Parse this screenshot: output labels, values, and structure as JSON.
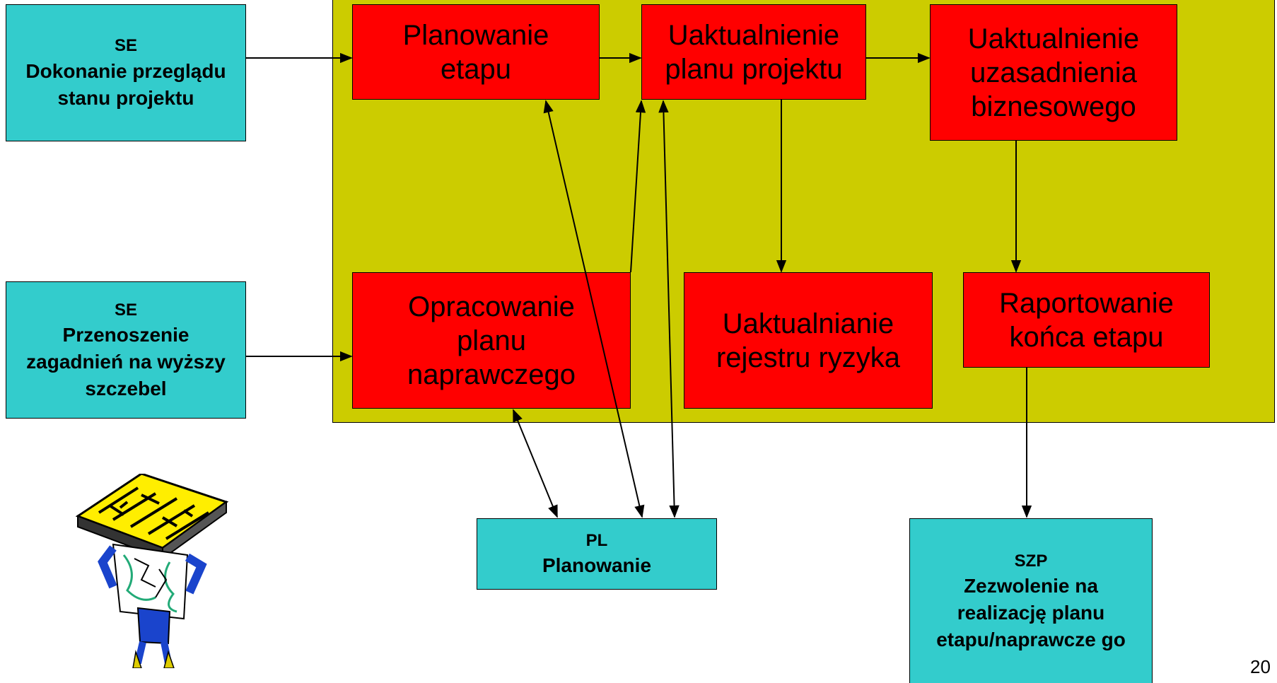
{
  "inputs": {
    "se_review": {
      "code": "SE",
      "title": "Dokonanie przeglądu stanu projektu"
    },
    "se_escalate": {
      "code": "SE",
      "title": "Przenoszenie zagadnień na wyższy szczebel"
    }
  },
  "process": {
    "plan_stage": "Planowanie etapu",
    "update_project_plan": "Uaktualnienie planu projektu",
    "update_business_case": "Uaktualnienie uzasadnienia biznesowego",
    "exception_plan": "Opracowanie planu naprawczego",
    "update_risk_register": "Uaktualnianie rejestru ryzyka",
    "report_stage_end": "Raportowanie końca etapu"
  },
  "outputs": {
    "pl_planning": {
      "code": "PL",
      "title": "Planowanie"
    },
    "szp_authorize": {
      "code": "SZP",
      "title": "Zezwolenie na realizację planu etapu/naprawcze go"
    }
  },
  "page_number": "20",
  "colors": {
    "frame": "#cccc00",
    "process_box": "#ff0000",
    "io_box": "#33cccc"
  },
  "icons": {
    "figure": "maze-figure-icon"
  }
}
